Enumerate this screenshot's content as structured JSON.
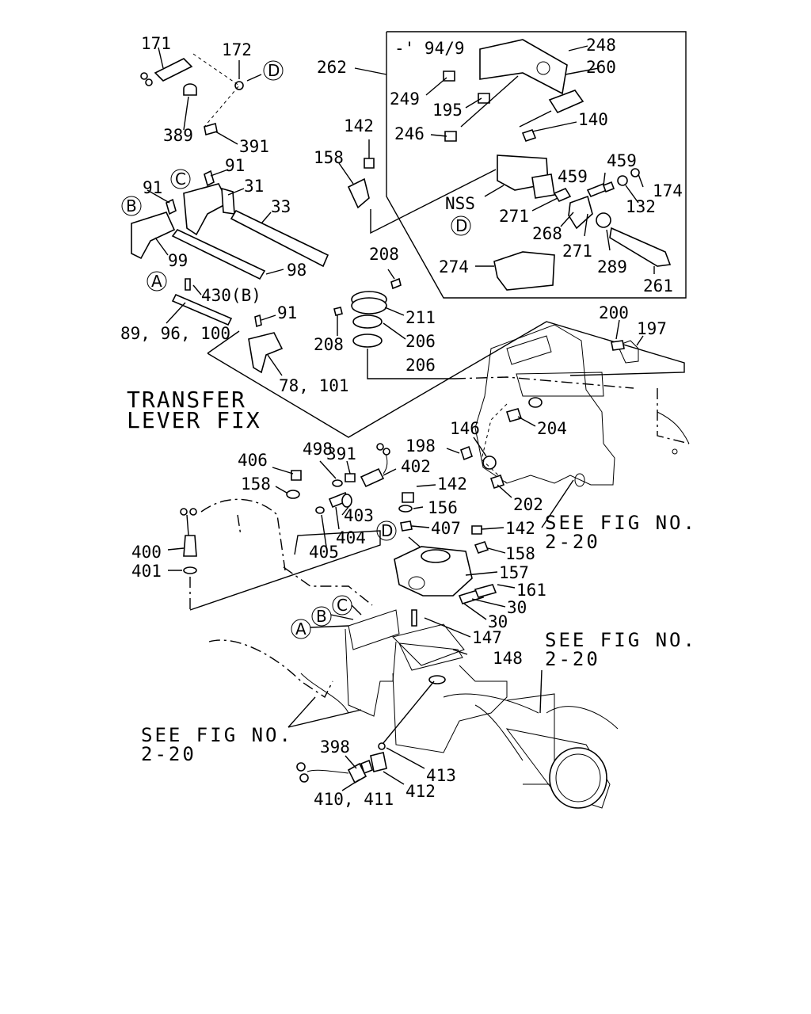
{
  "inset": {
    "variant_label": "-' 94/9",
    "nss_label": "NSS"
  },
  "headings": {
    "transfer_line1": "TRANSFER",
    "transfer_line2": "LEVER FIX"
  },
  "see_fig": {
    "line1": "SEE FIG NO.",
    "line2": "2-20"
  },
  "ref_markers": [
    "A",
    "B",
    "C",
    "D"
  ],
  "parts": {
    "p171": "171",
    "p172": "172",
    "p389": "389",
    "p391a": "391",
    "p248": "248",
    "p262": "262",
    "p260": "260",
    "p249": "249",
    "p195": "195",
    "p246": "246",
    "p140": "140",
    "p142a": "142",
    "p158a": "158",
    "p459a": "459",
    "p459b": "459",
    "p174": "174",
    "p132": "132",
    "p271a": "271",
    "p268": "268",
    "p271b": "271",
    "p289": "289",
    "p274": "274",
    "p261": "261",
    "p91a": "91",
    "p91b": "91",
    "p31": "31",
    "p33": "33",
    "p99": "99",
    "p98": "98",
    "p430": "430(B)",
    "p89": "89, 96, 100",
    "p91c": "91",
    "p78": "78, 101",
    "p208a": "208",
    "p211": "211",
    "p208b": "208",
    "p206a": "206",
    "p206b": "206",
    "p200": "200",
    "p197": "197",
    "p204": "204",
    "p146": "146",
    "p198": "198",
    "p142b": "142",
    "p156": "156",
    "p202": "202",
    "p406": "406",
    "p498": "498",
    "p391b": "391",
    "p402": "402",
    "p158b": "158",
    "p403": "403",
    "p404": "404",
    "p405": "405",
    "p407": "407",
    "p142c": "142",
    "p158c": "158",
    "p157": "157",
    "p161": "161",
    "p30a": "30",
    "p30b": "30",
    "p147": "147",
    "p148": "148",
    "p400": "400",
    "p401": "401",
    "p398": "398",
    "p410": "410, 411",
    "p412": "412",
    "p413": "413"
  }
}
